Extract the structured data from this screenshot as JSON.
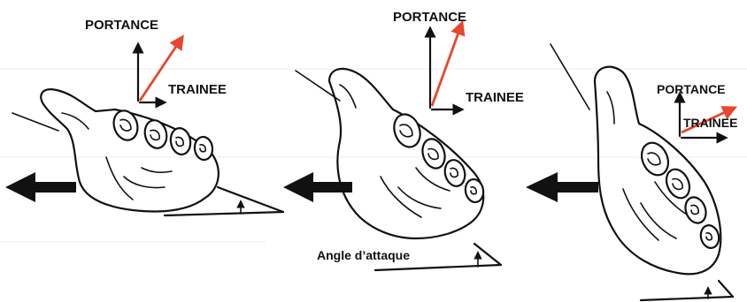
{
  "labels": {
    "lift": "PORTANCE",
    "drag": "TRAINEE",
    "angle_of_attack": "Angle d’attaque"
  },
  "colors": {
    "ink": "#111111",
    "resultant": "#e8462e",
    "background": "#ffffff"
  },
  "panels": [
    {
      "lift": "PORTANCE",
      "drag": "TRAINEE"
    },
    {
      "lift": "PORTANCE",
      "drag": "TRAINEE",
      "angle_caption": "Angle d’attaque"
    },
    {
      "lift": "PORTANCE",
      "drag": "TRAINEE"
    }
  ]
}
